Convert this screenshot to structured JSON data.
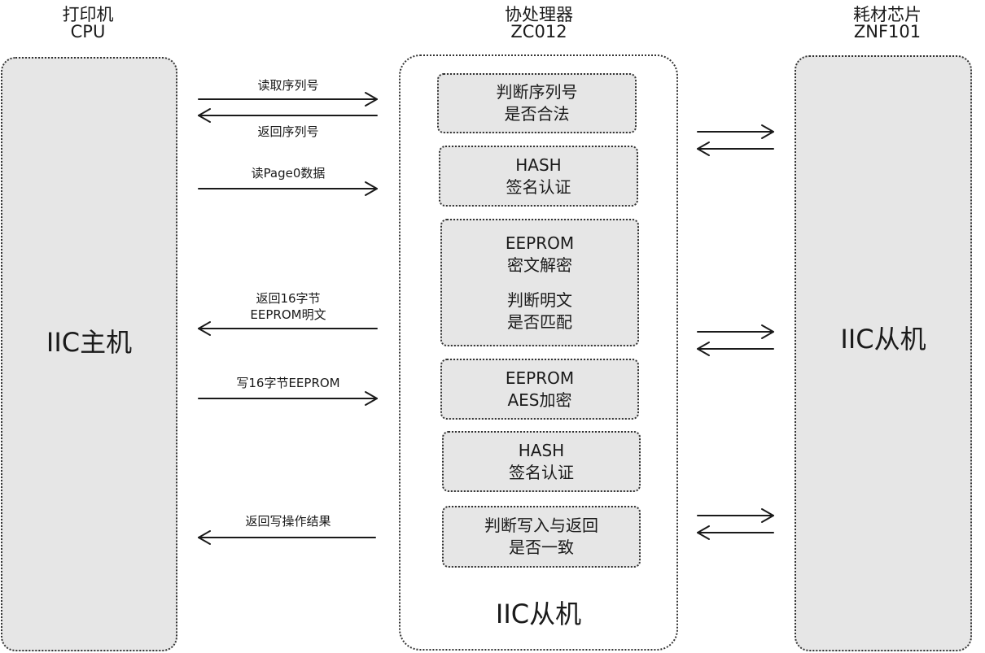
{
  "headers": {
    "left": {
      "line1": "打印机",
      "line2": "CPU"
    },
    "middle": {
      "line1": "协处理器",
      "line2": "ZC012"
    },
    "right": {
      "line1": "耗材芯片",
      "line2": "ZNF101"
    }
  },
  "left_box": {
    "label": "IIC主机"
  },
  "right_box": {
    "label": "IIC从机"
  },
  "middle_box": {
    "label": "IIC从机",
    "steps": [
      {
        "line1": "判断序列号",
        "line2": "是否合法"
      },
      {
        "line1": "HASH",
        "line2": "签名认证"
      },
      {
        "line1": "EEPROM",
        "line2": "密文解密",
        "line3": "判断明文",
        "line4": "是否匹配"
      },
      {
        "line1": "EEPROM",
        "line2": "AES加密"
      },
      {
        "line1": "HASH",
        "line2": "签名认证"
      },
      {
        "line1": "判断写入与返回",
        "line2": "是否一致"
      }
    ]
  },
  "messages": {
    "read_serial": "读取序列号",
    "return_serial": "返回序列号",
    "read_page0": "读Page0数据",
    "return_16_line1": "返回16字节",
    "return_16_line2": "EEPROM明文",
    "write_16": "写16字节EEPROM",
    "return_write": "返回写操作结果"
  },
  "colors": {
    "box_fill": "#e6e6e6",
    "border": "#333333",
    "text": "#1a1a1a"
  }
}
